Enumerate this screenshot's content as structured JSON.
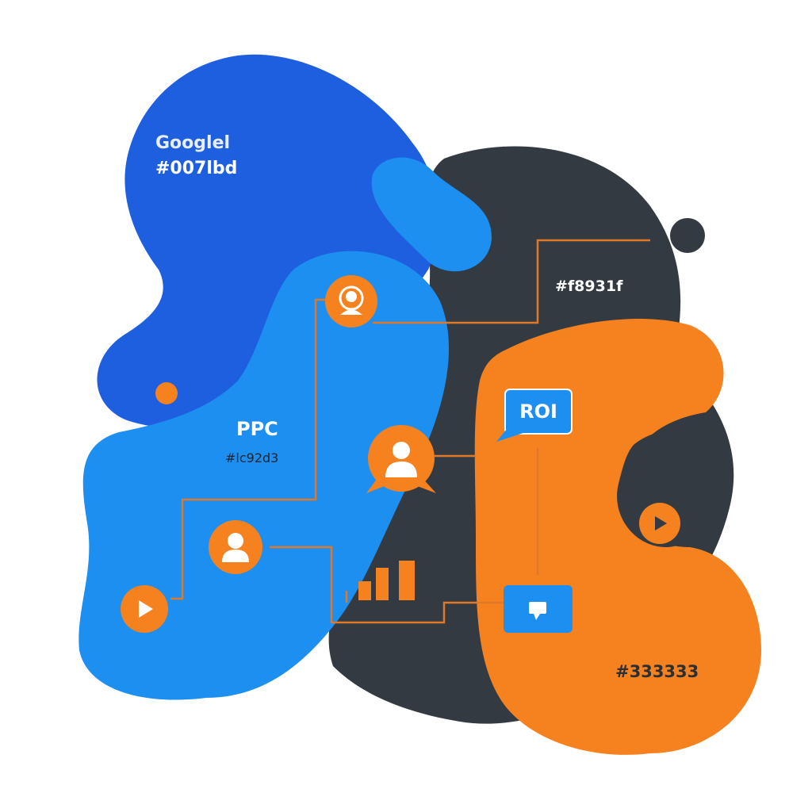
{
  "labels": {
    "google_name": "Googlel",
    "google_hex": "#007lbd",
    "ppc_name": "PPC",
    "ppc_hex": "#lc92d3",
    "orange_hex": "#f8931f",
    "dark_hex": "#333333",
    "roi": "ROI"
  },
  "colors": {
    "royal_blue": "#1e5fe0",
    "sky_blue": "#1c8ff0",
    "dark_slate": "#343a42",
    "orange": "#f5821f",
    "orange_line": "#e0782a",
    "white": "#ffffff"
  },
  "icons": [
    "person-icon",
    "person-icon",
    "person-icon",
    "play-icon",
    "play-icon",
    "bar-chart-icon",
    "chat-bubble-icon",
    "monitor-chat-icon"
  ]
}
